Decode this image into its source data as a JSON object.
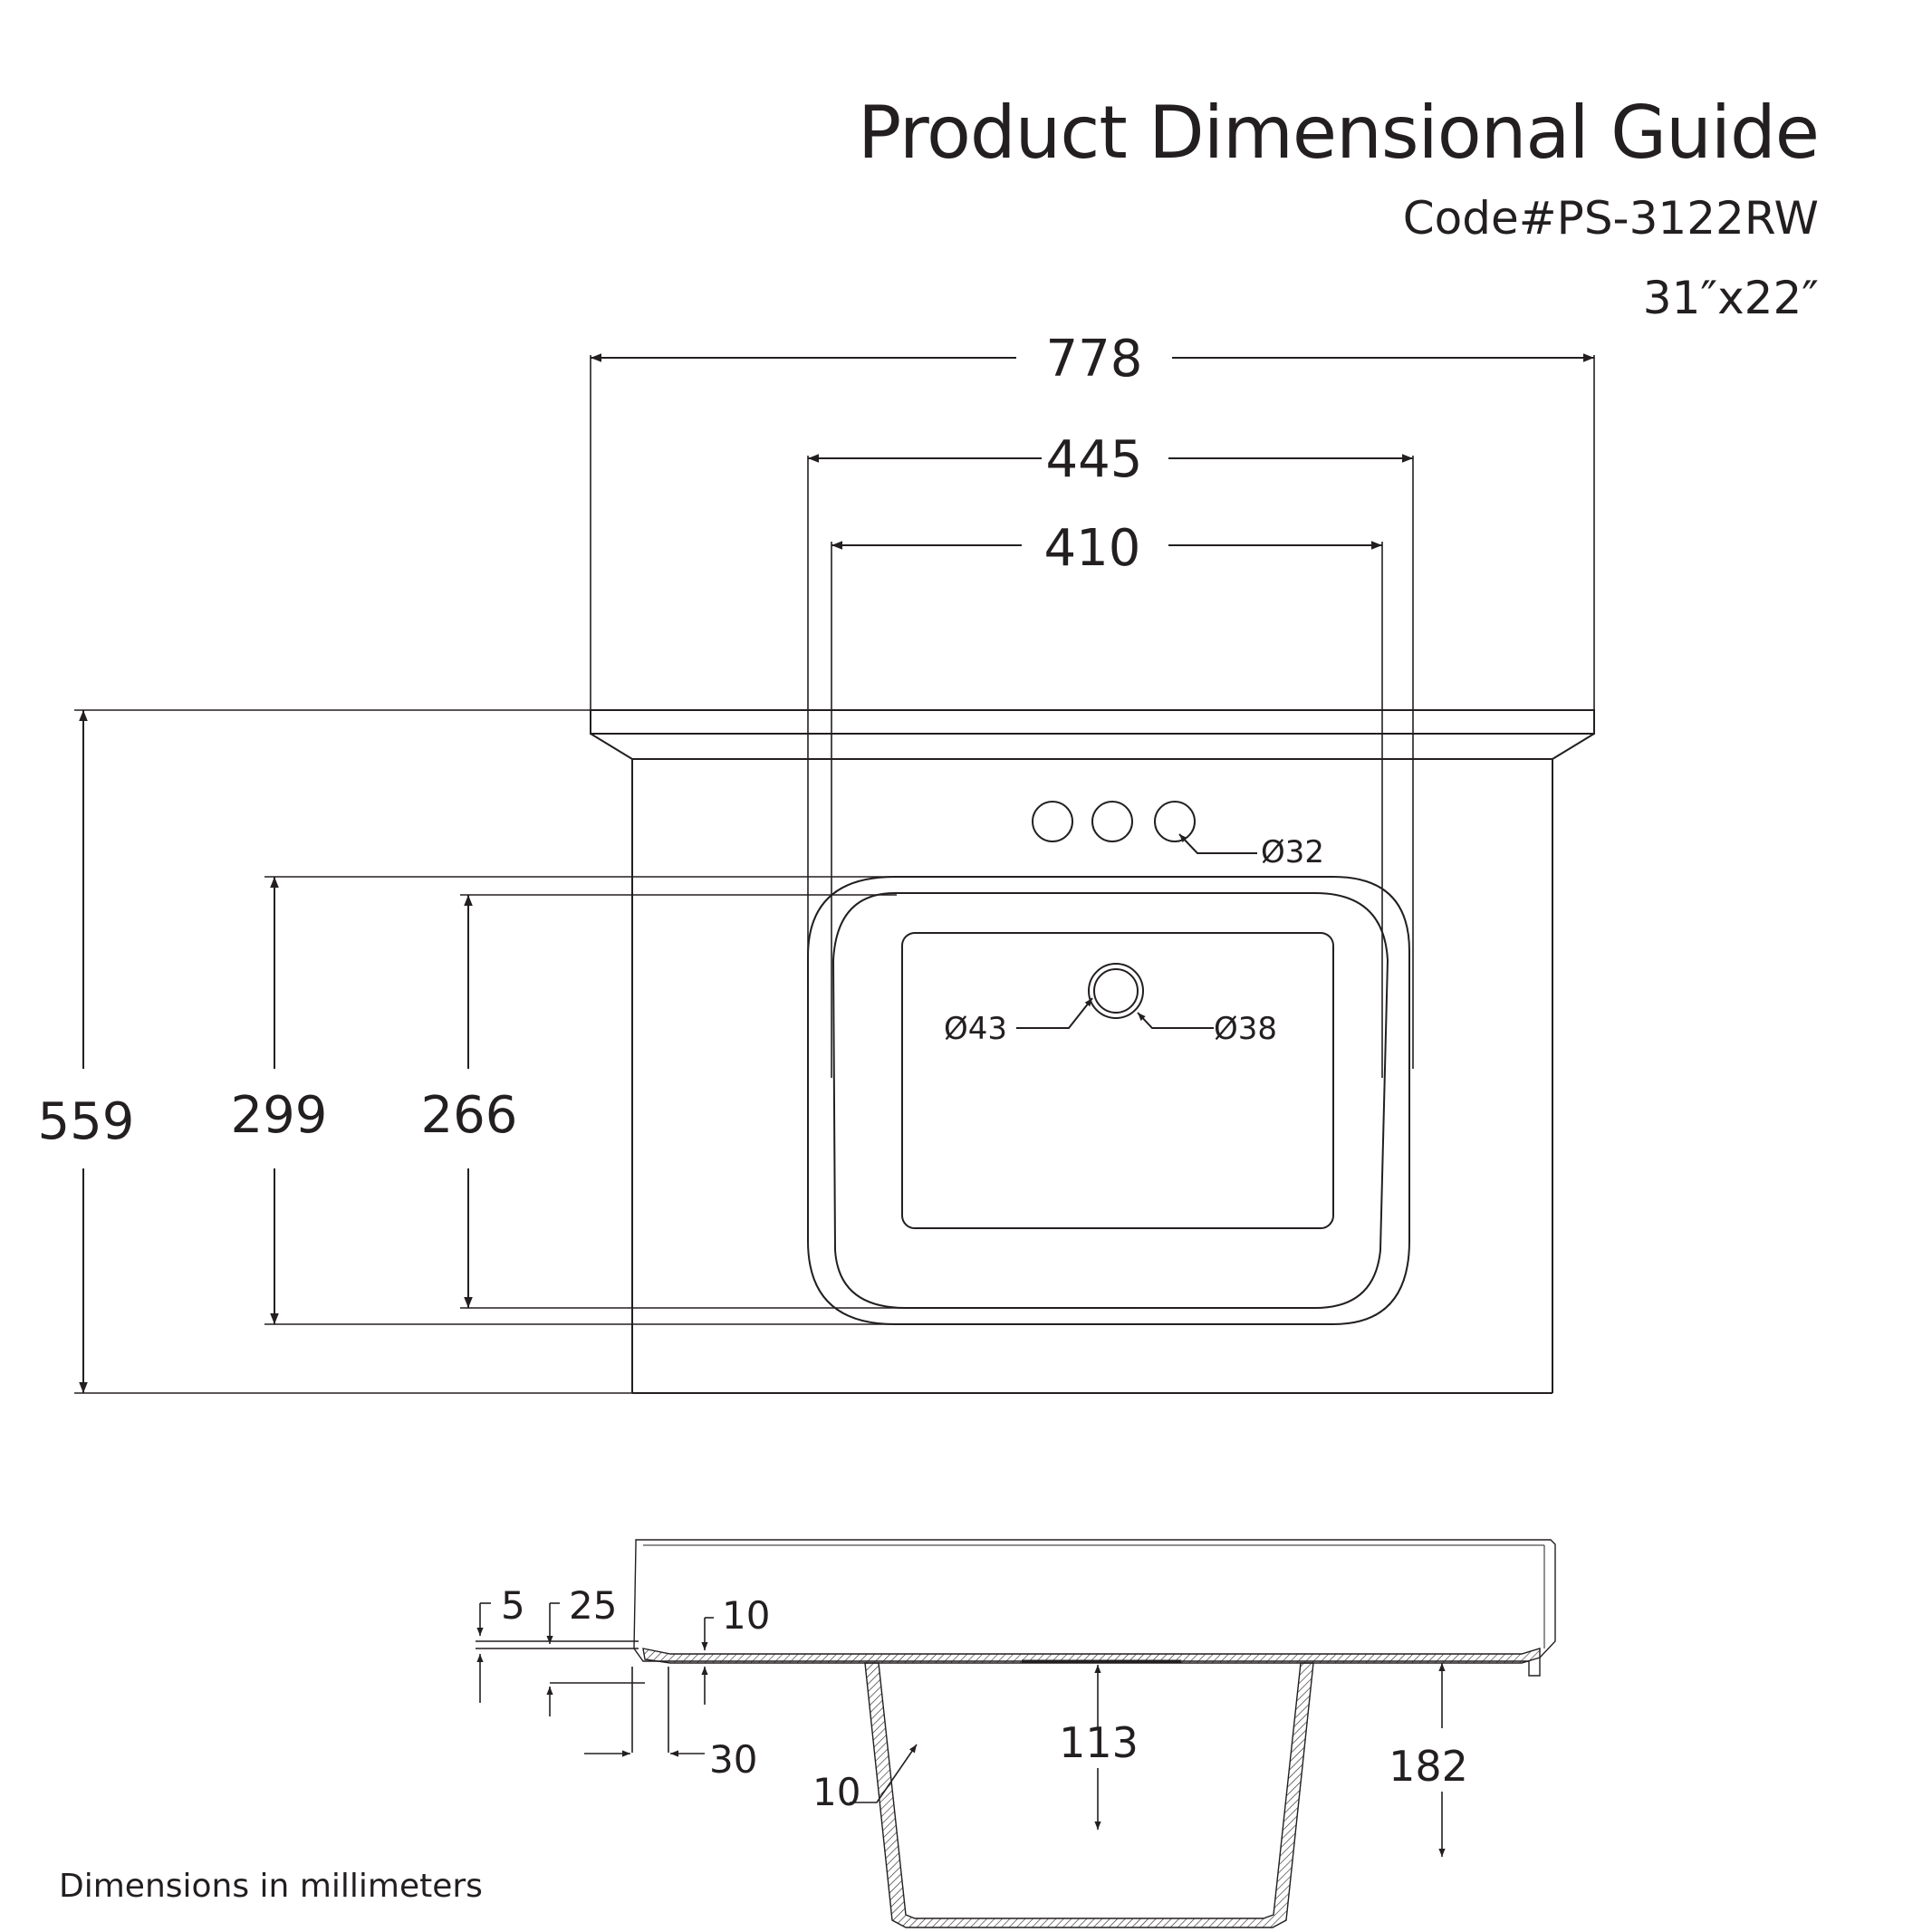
{
  "header": {
    "title": "Product Dimensional Guide",
    "code": "Code#PS-3122RW",
    "size": "31″x22″"
  },
  "top_view": {
    "overall_width": "778",
    "bowl_outer_width": "445",
    "bowl_inner_width": "410",
    "overall_depth": "559",
    "bowl_outer_depth": "299",
    "bowl_inner_depth": "266",
    "faucet_hole_diameter": "Ø32",
    "drain_outer_diameter": "Ø43",
    "drain_inner_diameter": "Ø38"
  },
  "section_view": {
    "dim_5": "5",
    "dim_25": "25",
    "dim_10_top": "10",
    "dim_30": "30",
    "dim_10_wall": "10",
    "dim_113": "113",
    "dim_182": "182"
  },
  "footer": {
    "units_note": "Dimensions in millimeters"
  },
  "colors": {
    "line": "#231f20",
    "background": "#ffffff"
  }
}
